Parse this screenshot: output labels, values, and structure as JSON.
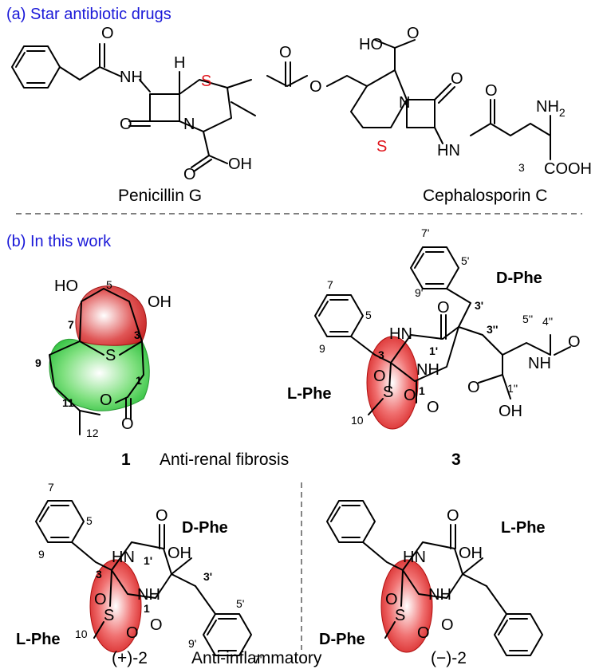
{
  "sections": {
    "a_title": "(a) Star antibiotic drugs",
    "b_title": "(b) In this work"
  },
  "molecules": {
    "penicillin": {
      "name": "Penicillin G",
      "nh": "NH",
      "h": "H",
      "s": "S",
      "n": "N",
      "o": "O",
      "cooh": "OH"
    },
    "cephalosporin": {
      "name": "Cephalosporin C",
      "ho": "HO",
      "o": "O",
      "n": "N",
      "s": "S",
      "hn": "HN",
      "nh2": "NH",
      "nh2_sub": "2",
      "cooh": "COOH",
      "n3": "3"
    },
    "cmp1": {
      "ho": "HO",
      "oh": "OH",
      "s": "S",
      "o": "O",
      "num": "1",
      "desc": "Anti-renal fibrosis",
      "locants": [
        "5",
        "7",
        "3",
        "9",
        "11",
        "1",
        "12"
      ]
    },
    "cmp3": {
      "num": "3",
      "dphe": "D-Phe",
      "lphe": "L-Phe",
      "hn": "HN",
      "nh": "NH",
      "nh2": "NH",
      "o": "O",
      "oh": "OH",
      "s": "S",
      "locants": [
        "7'",
        "5'",
        "9'",
        "3'",
        "7",
        "5",
        "9",
        "3",
        "1'",
        "1",
        "3''",
        "4''",
        "5''",
        "1''",
        "10"
      ]
    },
    "cmp2p": {
      "num": "(+)-2",
      "desc": "Anti-inflammatory",
      "dphe": "D-Phe",
      "lphe": "L-Phe",
      "hn": "HN",
      "nh": "NH",
      "o": "O",
      "oh": "OH",
      "s": "S",
      "locants": [
        "7",
        "5",
        "9",
        "3",
        "1'",
        "1",
        "3'",
        "5'",
        "9'",
        "7'",
        "10"
      ]
    },
    "cmp2m": {
      "num": "(−)-2",
      "dphe": "D-Phe",
      "lphe": "L-Phe",
      "hn": "HN",
      "nh": "NH",
      "o": "O",
      "oh": "OH",
      "s": "S"
    }
  },
  "colors": {
    "accent": "#1a18d8",
    "sulfur": "#e0141b",
    "ring_red": "#d42a2a",
    "ring_green": "#37c94a",
    "highlight": "#e53030"
  }
}
